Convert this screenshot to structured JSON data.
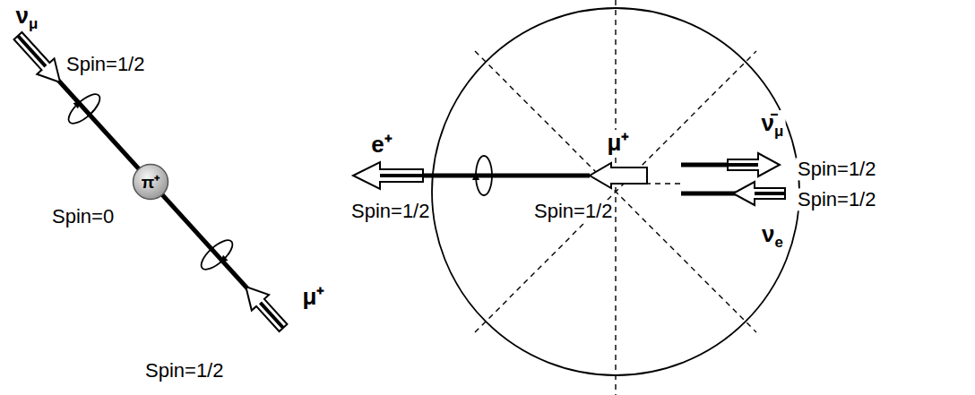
{
  "diagram": {
    "nodes": [
      {
        "text": [
          "π⁺"
        ]
      }
    ],
    "labels": [
      "νμ",
      "Spin=1/2",
      "Spin=0",
      "μ⁺",
      "Spin=1/2",
      "e⁺",
      "Spin=1/2",
      "μ⁺",
      "Spin=1/2",
      "ν̄μ",
      "Spin=1/2",
      "Spin=1/2",
      "νe"
    ]
  }
}
